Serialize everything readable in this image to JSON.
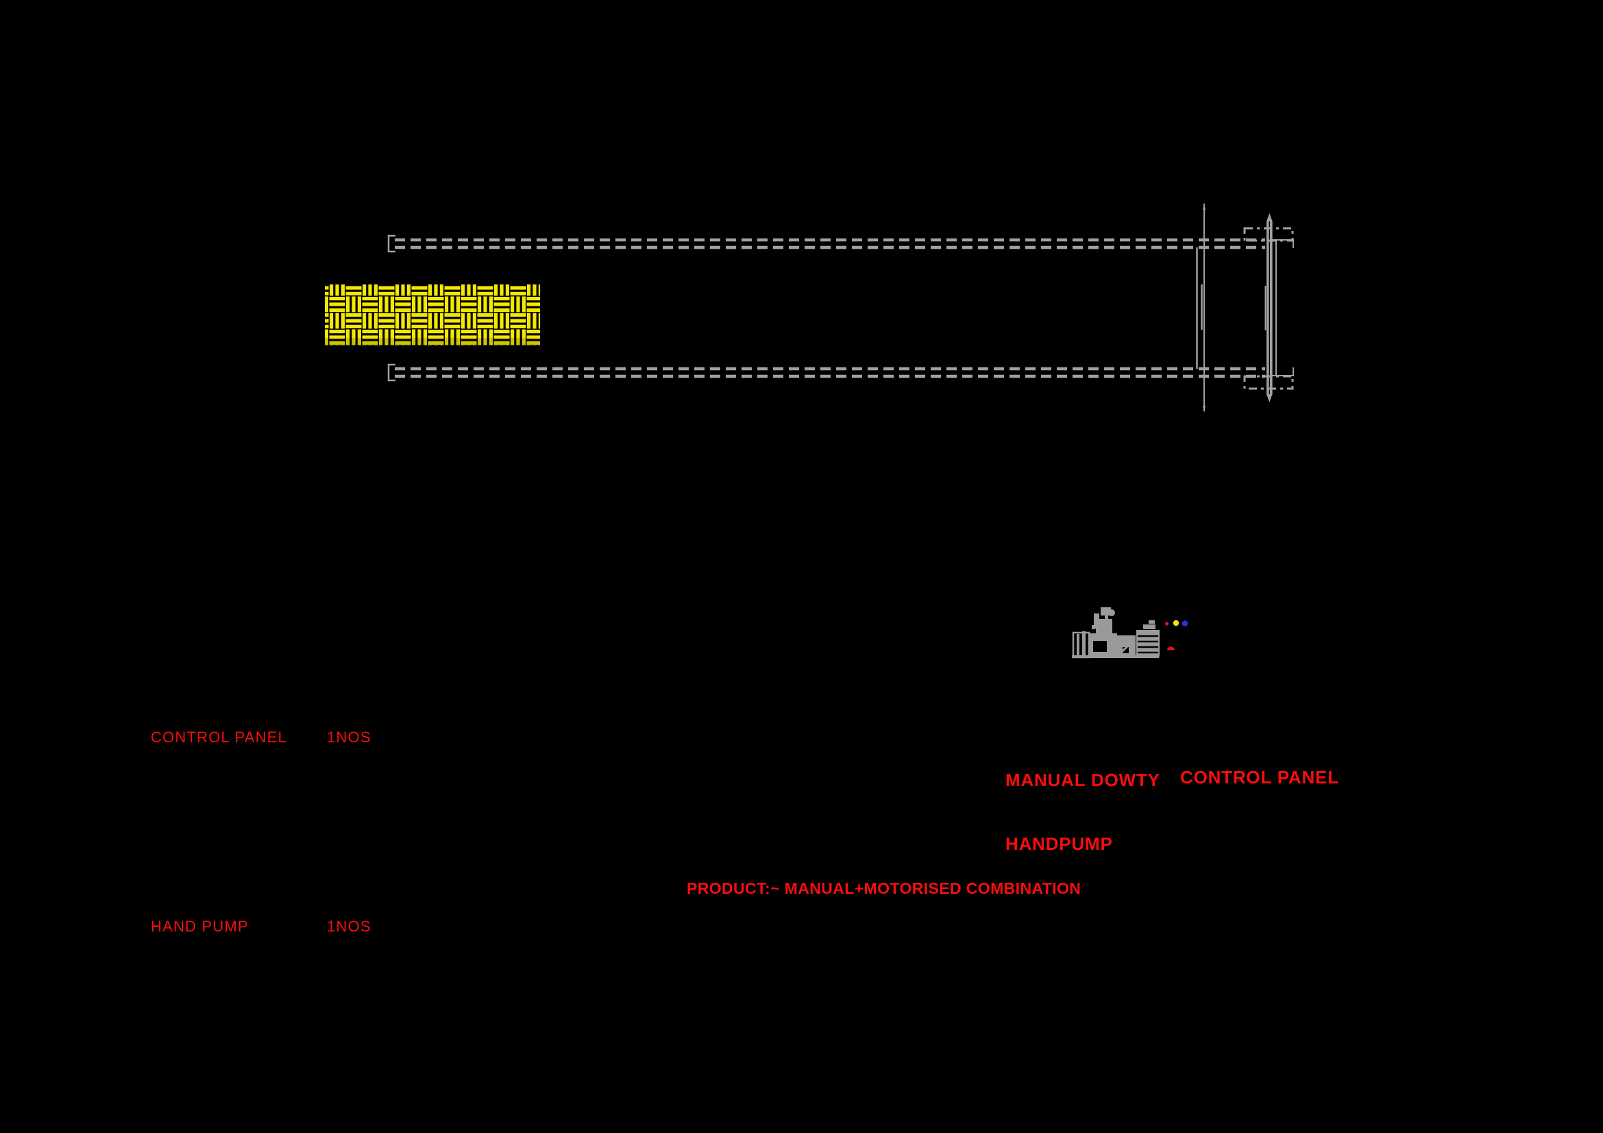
{
  "colors": {
    "background": "#000000",
    "rail_gray": "#9fa1a4",
    "machine_gray": "#9a9a9a",
    "hatch_yellow": "#f5e800",
    "text_red": "#fb0d0d",
    "dot_red": "#e8111c",
    "dot_yellow": "#f5df1f",
    "dot_blue": "#2433e0"
  },
  "bom": {
    "rows": [
      {
        "label": "CONTROL PANEL",
        "qty": "1NOS"
      },
      {
        "label": "HAND PUMP",
        "qty": "1NOS"
      }
    ]
  },
  "callouts": {
    "handpump_line1": "MANUAL DOWTY",
    "handpump_line2": "HANDPUMP",
    "control_panel": "CONTROL PANEL"
  },
  "product_note": "PRODUCT:~ MANUAL+MOTORISED COMBINATION"
}
